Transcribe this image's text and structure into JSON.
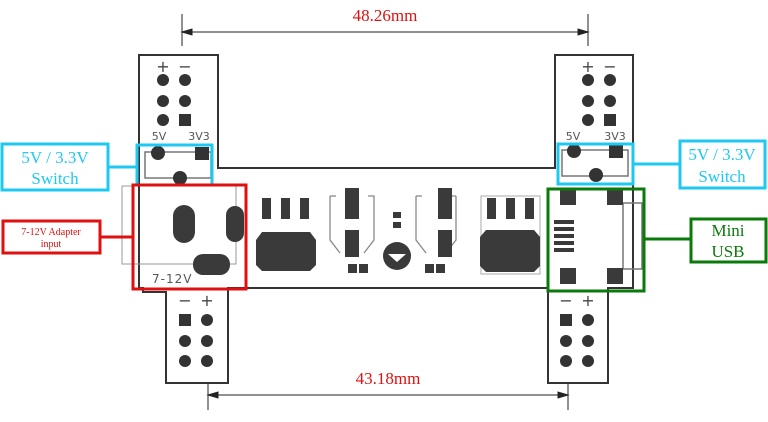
{
  "dimensions": {
    "top_width": "48.26mm",
    "bottom_width": "43.18mm"
  },
  "board_labels": {
    "plus": "+",
    "minus": "−",
    "v5": "5V",
    "v3v3": "3V3",
    "adapter": "7-12V"
  },
  "callouts": {
    "switch_left": {
      "line1": "5V / 3.3V",
      "line2": "Switch"
    },
    "switch_right": {
      "line1": "5V / 3.3V",
      "line2": "Switch"
    },
    "adapter": {
      "line1": "7-12V Adapter",
      "line2": "input"
    },
    "usb": {
      "line1": "Mini",
      "line2": "USB"
    }
  },
  "colors": {
    "switch": "#1ec8f0",
    "adapter": "#e01010",
    "usb": "#0a7a0a",
    "pad": "#3a3a3a"
  }
}
